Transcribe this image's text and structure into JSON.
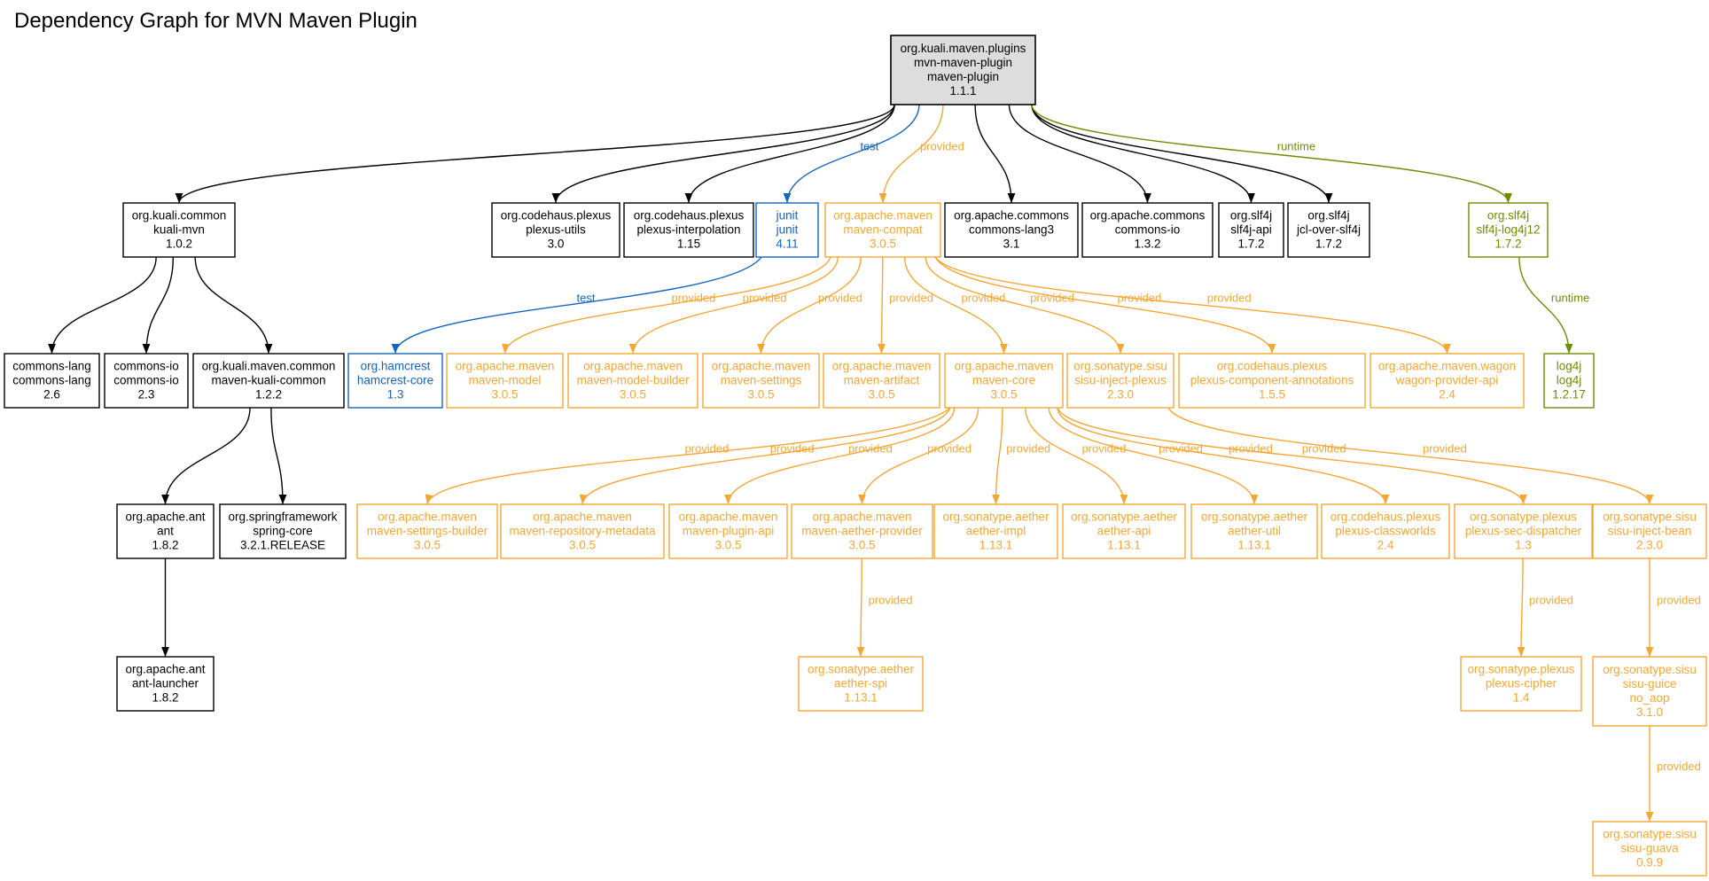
{
  "title": "Dependency Graph for MVN Maven Plugin",
  "colors": {
    "compile": "#000000",
    "test": "#1565c0",
    "provided": "#f5a733",
    "runtime": "#6b8e00",
    "root_fill": "#dddddd"
  },
  "nodes": [
    {
      "id": "root",
      "lines": [
        "org.kuali.maven.plugins",
        "mvn-maven-plugin",
        "maven-plugin",
        "1.1.1"
      ],
      "scope": "compile",
      "root": true
    },
    {
      "id": "kuali-mvn",
      "lines": [
        "org.kuali.common",
        "kuali-mvn",
        "1.0.2"
      ],
      "scope": "compile"
    },
    {
      "id": "plexus-utils",
      "lines": [
        "org.codehaus.plexus",
        "plexus-utils",
        "3.0"
      ],
      "scope": "compile"
    },
    {
      "id": "plexus-interpolation",
      "lines": [
        "org.codehaus.plexus",
        "plexus-interpolation",
        "1.15"
      ],
      "scope": "compile"
    },
    {
      "id": "junit",
      "lines": [
        "junit",
        "junit",
        "4.11"
      ],
      "scope": "test"
    },
    {
      "id": "maven-compat",
      "lines": [
        "org.apache.maven",
        "maven-compat",
        "3.0.5"
      ],
      "scope": "provided"
    },
    {
      "id": "commons-lang3",
      "lines": [
        "org.apache.commons",
        "commons-lang3",
        "3.1"
      ],
      "scope": "compile"
    },
    {
      "id": "commons-io-132",
      "lines": [
        "org.apache.commons",
        "commons-io",
        "1.3.2"
      ],
      "scope": "compile"
    },
    {
      "id": "slf4j-api",
      "lines": [
        "org.slf4j",
        "slf4j-api",
        "1.7.2"
      ],
      "scope": "compile"
    },
    {
      "id": "jcl-over-slf4j",
      "lines": [
        "org.slf4j",
        "jcl-over-slf4j",
        "1.7.2"
      ],
      "scope": "compile"
    },
    {
      "id": "slf4j-log4j12",
      "lines": [
        "org.slf4j",
        "slf4j-log4j12",
        "1.7.2"
      ],
      "scope": "runtime"
    },
    {
      "id": "commons-lang",
      "lines": [
        "commons-lang",
        "commons-lang",
        "2.6"
      ],
      "scope": "compile"
    },
    {
      "id": "commons-io",
      "lines": [
        "commons-io",
        "commons-io",
        "2.3"
      ],
      "scope": "compile"
    },
    {
      "id": "maven-kuali-common",
      "lines": [
        "org.kuali.maven.common",
        "maven-kuali-common",
        "1.2.2"
      ],
      "scope": "compile"
    },
    {
      "id": "hamcrest-core",
      "lines": [
        "org.hamcrest",
        "hamcrest-core",
        "1.3"
      ],
      "scope": "test"
    },
    {
      "id": "maven-model",
      "lines": [
        "org.apache.maven",
        "maven-model",
        "3.0.5"
      ],
      "scope": "provided"
    },
    {
      "id": "maven-model-builder",
      "lines": [
        "org.apache.maven",
        "maven-model-builder",
        "3.0.5"
      ],
      "scope": "provided"
    },
    {
      "id": "maven-settings",
      "lines": [
        "org.apache.maven",
        "maven-settings",
        "3.0.5"
      ],
      "scope": "provided"
    },
    {
      "id": "maven-artifact",
      "lines": [
        "org.apache.maven",
        "maven-artifact",
        "3.0.5"
      ],
      "scope": "provided"
    },
    {
      "id": "maven-core",
      "lines": [
        "org.apache.maven",
        "maven-core",
        "3.0.5"
      ],
      "scope": "provided"
    },
    {
      "id": "sisu-inject-plexus",
      "lines": [
        "org.sonatype.sisu",
        "sisu-inject-plexus",
        "2.3.0"
      ],
      "scope": "provided"
    },
    {
      "id": "plexus-component-annotations",
      "lines": [
        "org.codehaus.plexus",
        "plexus-component-annotations",
        "1.5.5"
      ],
      "scope": "provided"
    },
    {
      "id": "wagon-provider-api",
      "lines": [
        "org.apache.maven.wagon",
        "wagon-provider-api",
        "2.4"
      ],
      "scope": "provided"
    },
    {
      "id": "log4j",
      "lines": [
        "log4j",
        "log4j",
        "1.2.17"
      ],
      "scope": "runtime"
    },
    {
      "id": "ant",
      "lines": [
        "org.apache.ant",
        "ant",
        "1.8.2"
      ],
      "scope": "compile"
    },
    {
      "id": "spring-core",
      "lines": [
        "org.springframework",
        "spring-core",
        "3.2.1.RELEASE"
      ],
      "scope": "compile"
    },
    {
      "id": "maven-settings-builder",
      "lines": [
        "org.apache.maven",
        "maven-settings-builder",
        "3.0.5"
      ],
      "scope": "provided"
    },
    {
      "id": "maven-repository-metadata",
      "lines": [
        "org.apache.maven",
        "maven-repository-metadata",
        "3.0.5"
      ],
      "scope": "provided"
    },
    {
      "id": "maven-plugin-api",
      "lines": [
        "org.apache.maven",
        "maven-plugin-api",
        "3.0.5"
      ],
      "scope": "provided"
    },
    {
      "id": "maven-aether-provider",
      "lines": [
        "org.apache.maven",
        "maven-aether-provider",
        "3.0.5"
      ],
      "scope": "provided"
    },
    {
      "id": "aether-impl",
      "lines": [
        "org.sonatype.aether",
        "aether-impl",
        "1.13.1"
      ],
      "scope": "provided"
    },
    {
      "id": "aether-api",
      "lines": [
        "org.sonatype.aether",
        "aether-api",
        "1.13.1"
      ],
      "scope": "provided"
    },
    {
      "id": "aether-util",
      "lines": [
        "org.sonatype.aether",
        "aether-util",
        "1.13.1"
      ],
      "scope": "provided"
    },
    {
      "id": "plexus-classworlds",
      "lines": [
        "org.codehaus.plexus",
        "plexus-classworlds",
        "2.4"
      ],
      "scope": "provided"
    },
    {
      "id": "plexus-sec-dispatcher",
      "lines": [
        "org.sonatype.plexus",
        "plexus-sec-dispatcher",
        "1.3"
      ],
      "scope": "provided"
    },
    {
      "id": "sisu-inject-bean",
      "lines": [
        "org.sonatype.sisu",
        "sisu-inject-bean",
        "2.3.0"
      ],
      "scope": "provided"
    },
    {
      "id": "ant-launcher",
      "lines": [
        "org.apache.ant",
        "ant-launcher",
        "1.8.2"
      ],
      "scope": "compile"
    },
    {
      "id": "aether-spi",
      "lines": [
        "org.sonatype.aether",
        "aether-spi",
        "1.13.1"
      ],
      "scope": "provided"
    },
    {
      "id": "plexus-cipher",
      "lines": [
        "org.sonatype.plexus",
        "plexus-cipher",
        "1.4"
      ],
      "scope": "provided"
    },
    {
      "id": "sisu-guice",
      "lines": [
        "org.sonatype.sisu",
        "sisu-guice",
        "no_aop",
        "3.1.0"
      ],
      "scope": "provided"
    },
    {
      "id": "sisu-guava",
      "lines": [
        "org.sonatype.sisu",
        "sisu-guava",
        "0.9.9"
      ],
      "scope": "provided"
    }
  ],
  "edges": [
    {
      "from": "root",
      "to": "kuali-mvn",
      "scope": "compile",
      "label": ""
    },
    {
      "from": "root",
      "to": "plexus-utils",
      "scope": "compile",
      "label": ""
    },
    {
      "from": "root",
      "to": "plexus-interpolation",
      "scope": "compile",
      "label": ""
    },
    {
      "from": "root",
      "to": "junit",
      "scope": "test",
      "label": "test"
    },
    {
      "from": "root",
      "to": "maven-compat",
      "scope": "provided",
      "label": "provided"
    },
    {
      "from": "root",
      "to": "commons-lang3",
      "scope": "compile",
      "label": ""
    },
    {
      "from": "root",
      "to": "commons-io-132",
      "scope": "compile",
      "label": ""
    },
    {
      "from": "root",
      "to": "slf4j-api",
      "scope": "compile",
      "label": ""
    },
    {
      "from": "root",
      "to": "jcl-over-slf4j",
      "scope": "compile",
      "label": ""
    },
    {
      "from": "root",
      "to": "slf4j-log4j12",
      "scope": "runtime",
      "label": "runtime"
    },
    {
      "from": "kuali-mvn",
      "to": "commons-lang",
      "scope": "compile",
      "label": ""
    },
    {
      "from": "kuali-mvn",
      "to": "commons-io",
      "scope": "compile",
      "label": ""
    },
    {
      "from": "kuali-mvn",
      "to": "maven-kuali-common",
      "scope": "compile",
      "label": ""
    },
    {
      "from": "junit",
      "to": "hamcrest-core",
      "scope": "test",
      "label": "test"
    },
    {
      "from": "maven-compat",
      "to": "maven-model",
      "scope": "provided",
      "label": "provided"
    },
    {
      "from": "maven-compat",
      "to": "maven-model-builder",
      "scope": "provided",
      "label": "provided"
    },
    {
      "from": "maven-compat",
      "to": "maven-settings",
      "scope": "provided",
      "label": "provided"
    },
    {
      "from": "maven-compat",
      "to": "maven-artifact",
      "scope": "provided",
      "label": "provided"
    },
    {
      "from": "maven-compat",
      "to": "maven-core",
      "scope": "provided",
      "label": "provided"
    },
    {
      "from": "maven-compat",
      "to": "sisu-inject-plexus",
      "scope": "provided",
      "label": "provided"
    },
    {
      "from": "maven-compat",
      "to": "plexus-component-annotations",
      "scope": "provided",
      "label": "provided"
    },
    {
      "from": "maven-compat",
      "to": "wagon-provider-api",
      "scope": "provided",
      "label": "provided"
    },
    {
      "from": "slf4j-log4j12",
      "to": "log4j",
      "scope": "runtime",
      "label": "runtime"
    },
    {
      "from": "maven-kuali-common",
      "to": "ant",
      "scope": "compile",
      "label": ""
    },
    {
      "from": "maven-kuali-common",
      "to": "spring-core",
      "scope": "compile",
      "label": ""
    },
    {
      "from": "maven-core",
      "to": "maven-settings-builder",
      "scope": "provided",
      "label": "provided"
    },
    {
      "from": "maven-core",
      "to": "maven-repository-metadata",
      "scope": "provided",
      "label": "provided"
    },
    {
      "from": "maven-core",
      "to": "maven-plugin-api",
      "scope": "provided",
      "label": "provided"
    },
    {
      "from": "maven-core",
      "to": "maven-aether-provider",
      "scope": "provided",
      "label": "provided"
    },
    {
      "from": "maven-core",
      "to": "aether-impl",
      "scope": "provided",
      "label": "provided"
    },
    {
      "from": "maven-core",
      "to": "aether-api",
      "scope": "provided",
      "label": "provided"
    },
    {
      "from": "maven-core",
      "to": "aether-util",
      "scope": "provided",
      "label": "provided"
    },
    {
      "from": "maven-core",
      "to": "plexus-classworlds",
      "scope": "provided",
      "label": "provided"
    },
    {
      "from": "maven-core",
      "to": "plexus-sec-dispatcher",
      "scope": "provided",
      "label": "provided"
    },
    {
      "from": "sisu-inject-plexus",
      "to": "sisu-inject-bean",
      "scope": "provided",
      "label": "provided"
    },
    {
      "from": "ant",
      "to": "ant-launcher",
      "scope": "compile",
      "label": ""
    },
    {
      "from": "maven-aether-provider",
      "to": "aether-spi",
      "scope": "provided",
      "label": "provided"
    },
    {
      "from": "plexus-sec-dispatcher",
      "to": "plexus-cipher",
      "scope": "provided",
      "label": "provided"
    },
    {
      "from": "sisu-inject-bean",
      "to": "sisu-guice",
      "scope": "provided",
      "label": "provided"
    },
    {
      "from": "sisu-guice",
      "to": "sisu-guava",
      "scope": "provided",
      "label": "provided"
    }
  ]
}
